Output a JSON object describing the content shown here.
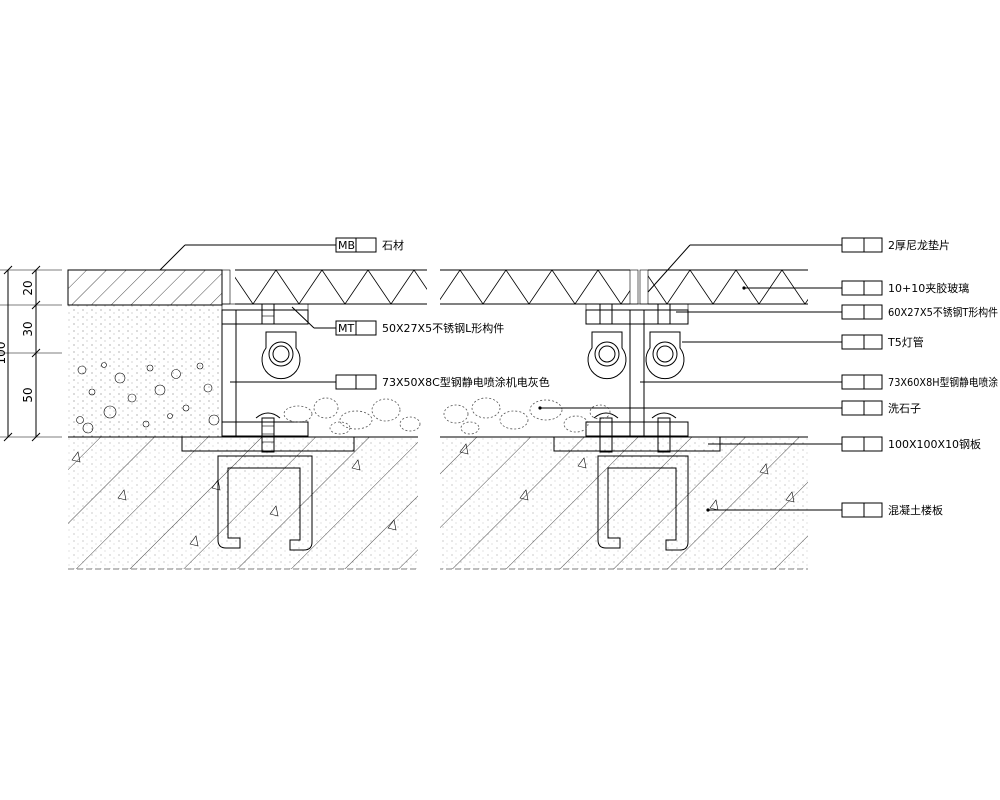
{
  "dimensions": {
    "total": "100",
    "layers": [
      "20",
      "30",
      "50"
    ]
  },
  "left_labels": {
    "stone": {
      "code": "MB",
      "text": "石材"
    },
    "l_member": {
      "code": "MT",
      "text": "50X27X5不锈钢L形构件"
    },
    "c_channel": {
      "code": "",
      "text": "73X50X8C型钢静电喷涂机电灰色"
    }
  },
  "right_labels": [
    {
      "key": "nylon_pad",
      "text": "2厚尼龙垫片"
    },
    {
      "key": "glass",
      "text": "10+10夹胶玻璃"
    },
    {
      "key": "t_member",
      "text": "60X27X5不锈钢T形构件"
    },
    {
      "key": "t5_lamp",
      "text": "T5灯管"
    },
    {
      "key": "h_channel",
      "text": "73X60X8H型钢静电喷涂"
    },
    {
      "key": "pebbles",
      "text": "洗石子"
    },
    {
      "key": "steel_plate",
      "text": "100X100X10钢板"
    },
    {
      "key": "concrete",
      "text": "混凝土楼板"
    }
  ],
  "colors": {
    "line": "#000000",
    "background": "#ffffff"
  }
}
